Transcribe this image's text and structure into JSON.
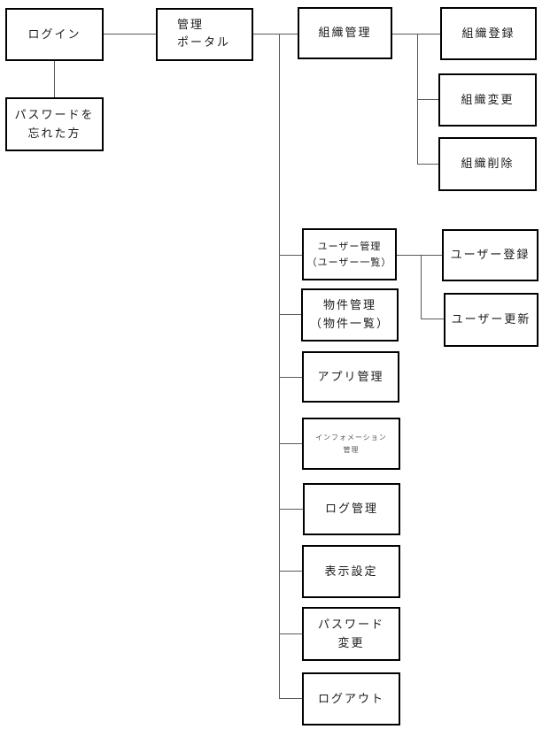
{
  "diagram": {
    "title": "admin-portal-sitemap",
    "background_color": "#ffffff",
    "box_border_color": "#000000",
    "connector_color": "#595959",
    "muted_text_color": "#555555",
    "nodes": {
      "login": {
        "lines": [
          "ログイン"
        ]
      },
      "forgot_password": {
        "lines": [
          "パスワードを",
          "忘れた方"
        ]
      },
      "admin_portal": {
        "lines": [
          "管理",
          "ポータル"
        ]
      },
      "org_management": {
        "lines": [
          "組織管理"
        ]
      },
      "org_register": {
        "lines": [
          "組織登録"
        ]
      },
      "org_change": {
        "lines": [
          "組織変更"
        ]
      },
      "org_delete": {
        "lines": [
          "組織削除"
        ]
      },
      "user_management": {
        "lines": [
          "ユーザー管理",
          "（ユーザー一覧）"
        ]
      },
      "user_register": {
        "lines": [
          "ユーザー登録"
        ]
      },
      "user_update": {
        "lines": [
          "ユーザー更新"
        ]
      },
      "property_management": {
        "lines": [
          "物件管理",
          "（物件一覧）"
        ]
      },
      "app_management": {
        "lines": [
          "アプリ管理"
        ]
      },
      "information_management": {
        "lines": [
          "インフォメーション",
          "管理"
        ]
      },
      "log_management": {
        "lines": [
          "ログ管理"
        ]
      },
      "display_settings": {
        "lines": [
          "表示設定"
        ]
      },
      "password_change": {
        "lines": [
          "パスワード",
          "変更"
        ]
      },
      "logout": {
        "lines": [
          "ログアウト"
        ]
      }
    }
  }
}
